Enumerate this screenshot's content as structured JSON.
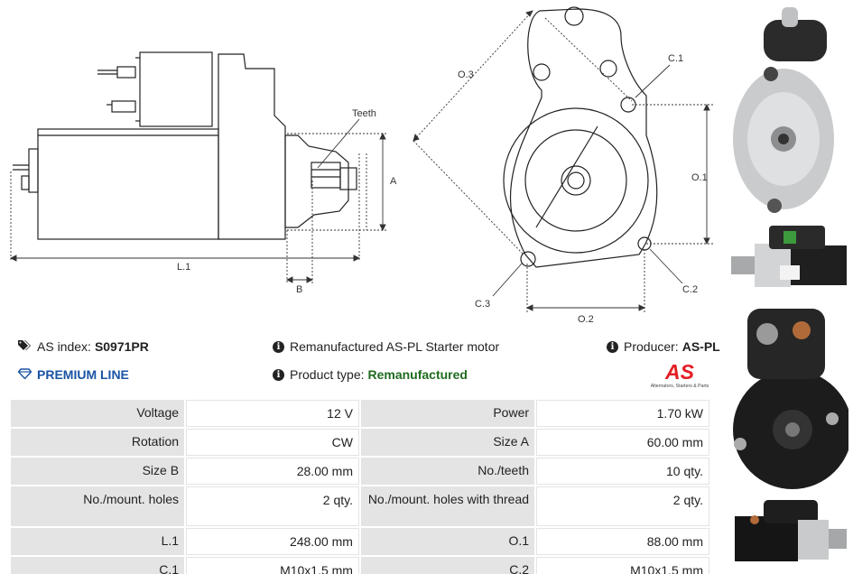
{
  "diagram": {
    "labels": {
      "teeth": "Teeth",
      "a": "A",
      "b": "B",
      "l1": "L.1",
      "o1": "O.1",
      "o2": "O.2",
      "o3": "O.3",
      "c1": "C.1",
      "c2": "C.2",
      "c3": "C.3"
    }
  },
  "info": {
    "as_index_label": "AS index:",
    "as_index_value": "S0971PR",
    "premium": "PREMIUM LINE",
    "description": "Remanufactured AS-PL Starter motor",
    "product_type_label": "Product type:",
    "product_type_value": "Remanufactured",
    "producer_label": "Producer:",
    "producer_value": "AS-PL"
  },
  "logo": {
    "mark": "AS",
    "tagline": "Alternators, Starters & Parts"
  },
  "specs": [
    [
      {
        "k": "Voltage",
        "v": "12 V"
      },
      {
        "k": "Power",
        "v": "1.70 kW"
      }
    ],
    [
      {
        "k": "Rotation",
        "v": "CW"
      },
      {
        "k": "Size A",
        "v": "60.00 mm"
      }
    ],
    [
      {
        "k": "Size B",
        "v": "28.00 mm"
      },
      {
        "k": "No./teeth",
        "v": "10 qty."
      }
    ],
    [
      {
        "k": "No./mount. holes",
        "v": "2 qty."
      },
      {
        "k": "No./mount. holes with thread",
        "v": "2 qty."
      }
    ],
    [
      {
        "k": "L.1",
        "v": "248.00 mm"
      },
      {
        "k": "O.1",
        "v": "88.00 mm"
      }
    ],
    [
      {
        "k": "C.1",
        "v": "M10x1.5 mm"
      },
      {
        "k": "C.2",
        "v": "M10x1.5 mm"
      }
    ]
  ],
  "colors": {
    "premium_blue": "#1a53a4",
    "product_green": "#1f6b1f",
    "logo_red": "#e31e24",
    "key_cell_bg": "#e4e4e4"
  }
}
